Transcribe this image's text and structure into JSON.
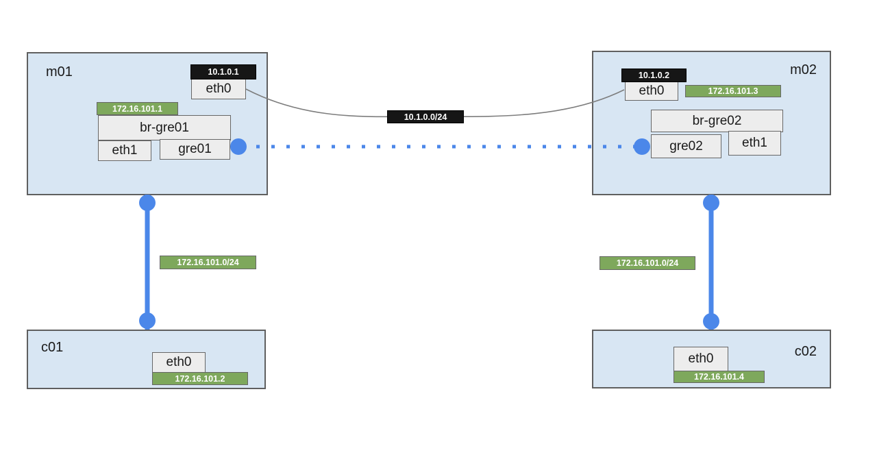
{
  "machines": {
    "m01": {
      "label": "m01",
      "eth0_label": "eth0",
      "eth0_ip": "10.1.0.1",
      "bridge_label": "br-gre01",
      "bridge_ip": "172.16.101.1",
      "eth1_label": "eth1",
      "gre_label": "gre01"
    },
    "m02": {
      "label": "m02",
      "eth0_label": "eth0",
      "eth0_ip": "10.1.0.2",
      "bridge_label": "br-gre02",
      "bridge_ip": "172.16.101.3",
      "eth1_label": "eth1",
      "gre_label": "gre02"
    }
  },
  "containers": {
    "c01": {
      "label": "c01",
      "eth0_label": "eth0",
      "eth0_ip": "172.16.101.2"
    },
    "c02": {
      "label": "c02",
      "eth0_label": "eth0",
      "eth0_ip": "172.16.101.4"
    }
  },
  "links": {
    "wan_subnet": "10.1.0.0/24",
    "lan_subnet_left": "172.16.101.0/24",
    "lan_subnet_right": "172.16.101.0/24"
  },
  "colors": {
    "canvas_bg": "#ffffff",
    "box_fill": "#d8e6f3",
    "box_border": "#5f5f5f",
    "node_fill": "#ededed",
    "node_border": "#666666",
    "green_fill": "#7ea85c",
    "black_fill": "#161616",
    "label_text": "#ffffff",
    "link_blue": "#4b87e9",
    "wire_gray": "#7d7d7d",
    "text_dark": "#1a1a1a"
  }
}
